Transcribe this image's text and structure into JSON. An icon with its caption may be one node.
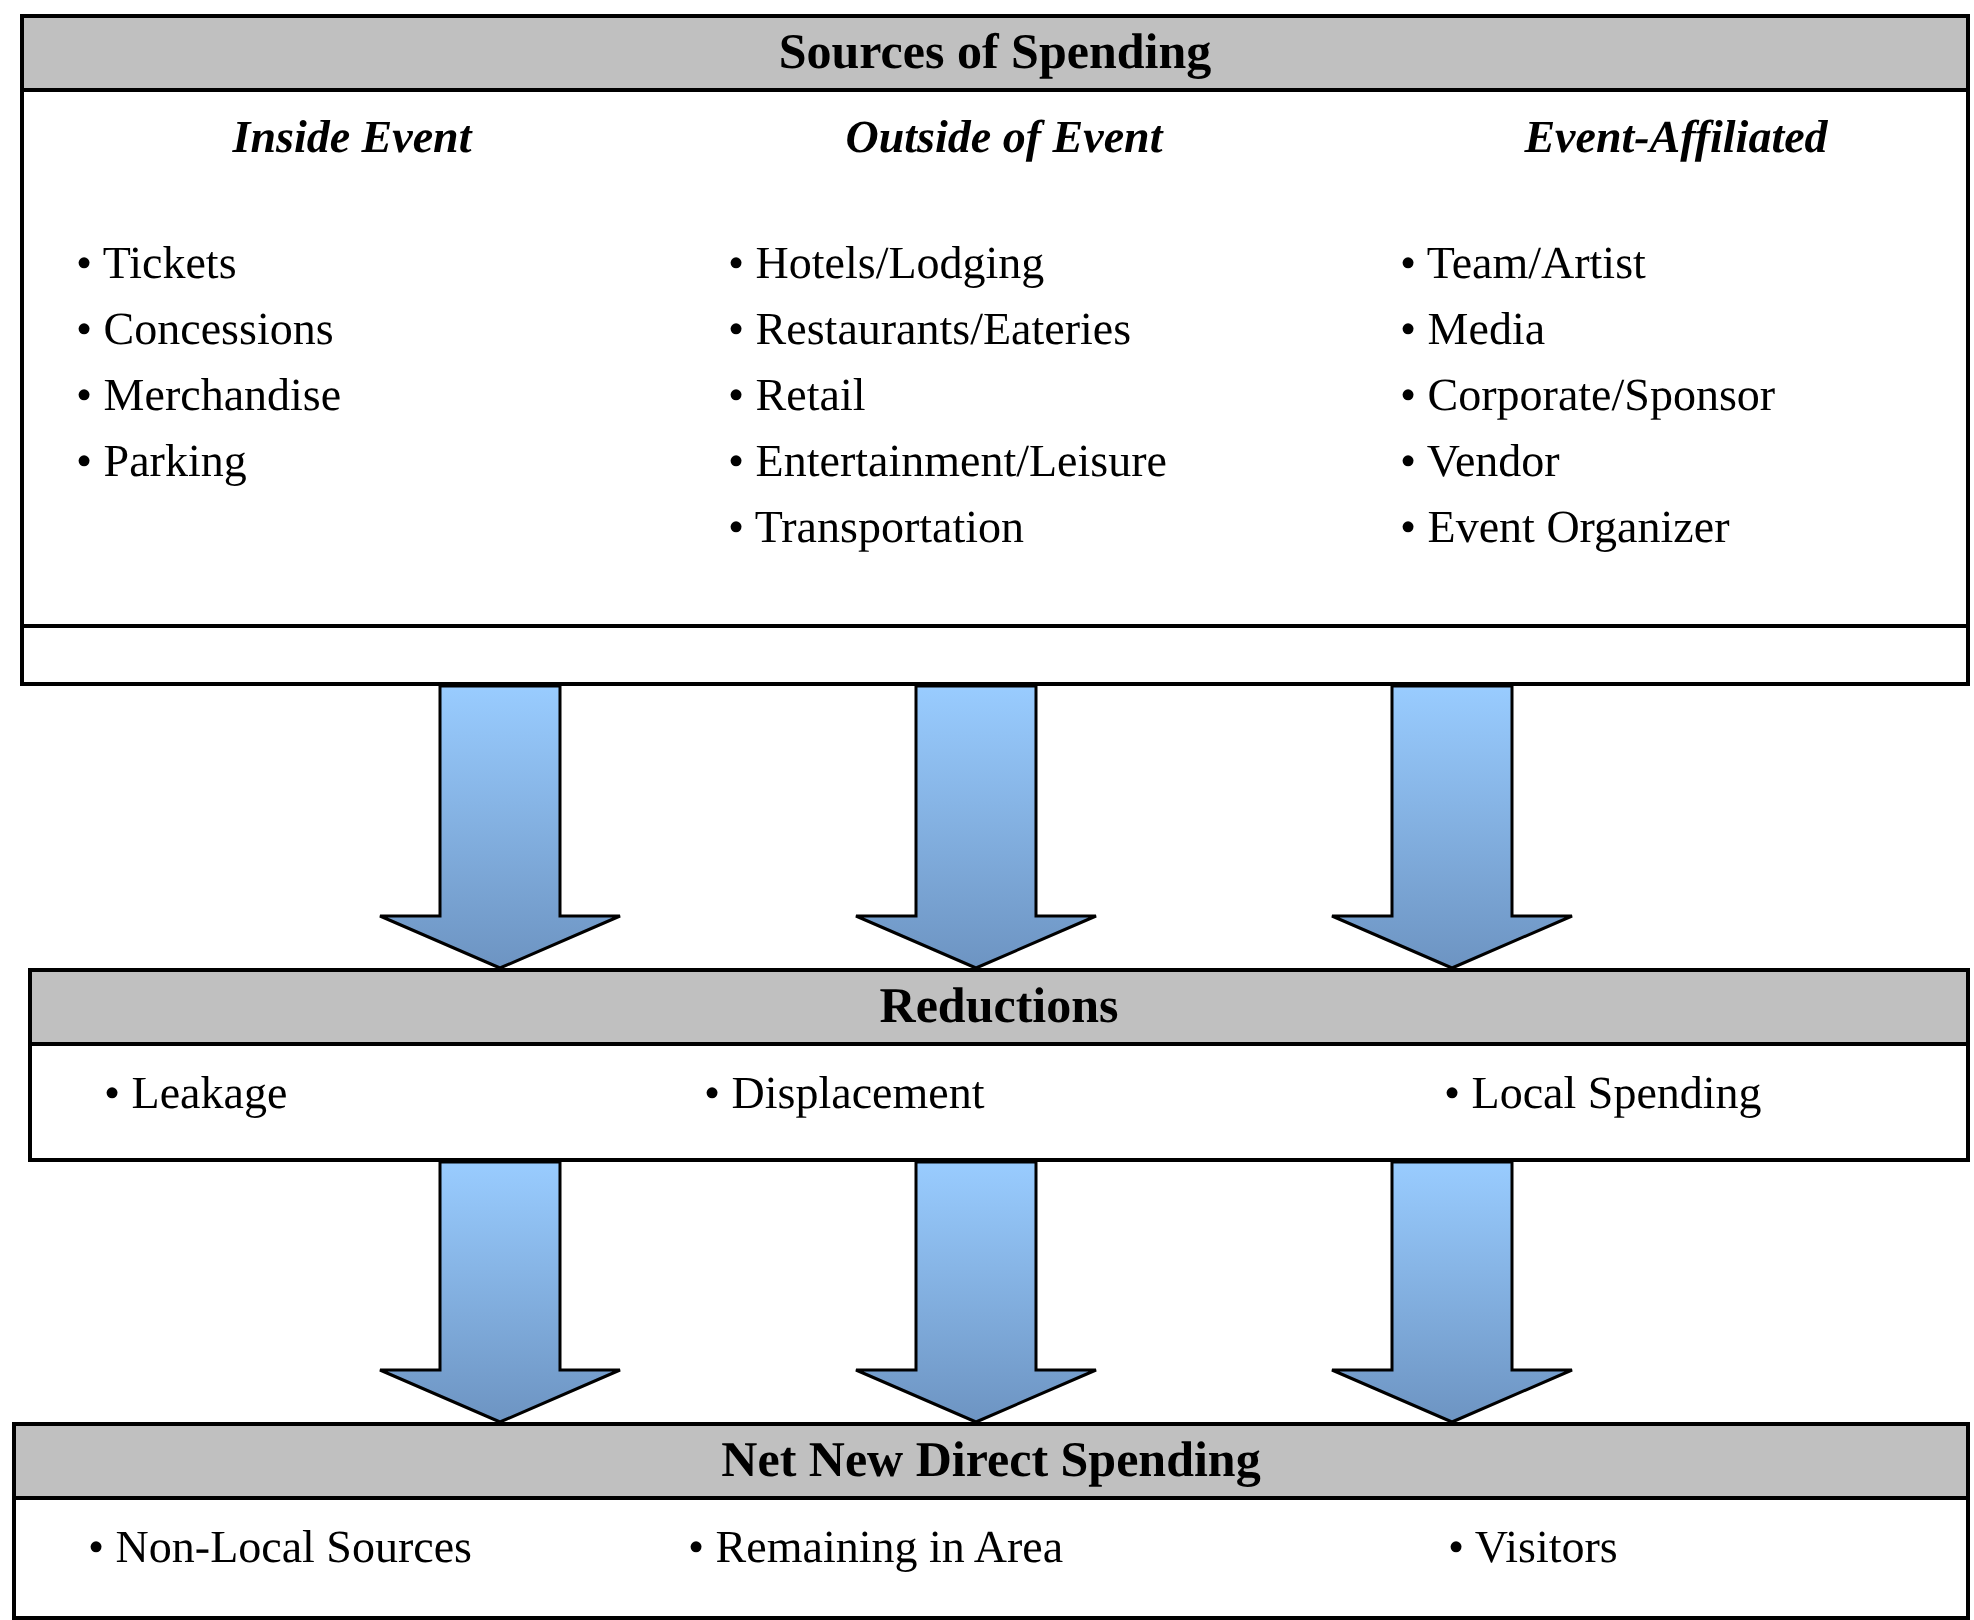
{
  "diagram": {
    "nodes": [
      {
        "text": [
          "Sources of Spending",
          "Inside Event",
          "• Tickets",
          "• Concessions",
          "• Merchandise",
          "• Parking",
          "Outside of Event",
          "• Hotels/Lodging",
          "• Restaurants/Eateries",
          "• Retail",
          "• Entertainment/Leisure",
          "• Transportation",
          "Event-Affiliated",
          "• Team/Artist",
          "• Media",
          "• Corporate/Sponsor",
          "• Vendor",
          "• Event Organizer"
        ]
      },
      {
        "text": [
          "Reductions",
          "• Leakage",
          "• Displacement",
          "• Local Spending"
        ]
      },
      {
        "text": [
          "Net New Direct Spending",
          "• Non-Local Sources",
          "• Remaining in Area",
          "• Visitors"
        ]
      }
    ],
    "edges": [
      {
        "from": 0,
        "to": 1,
        "arrow": "to"
      },
      {
        "from": 0,
        "to": 1,
        "arrow": "to"
      },
      {
        "from": 0,
        "to": 1,
        "arrow": "to"
      },
      {
        "from": 1,
        "to": 2,
        "arrow": "to"
      },
      {
        "from": 1,
        "to": 2,
        "arrow": "to"
      },
      {
        "from": 1,
        "to": 2,
        "arrow": "to"
      }
    ]
  }
}
